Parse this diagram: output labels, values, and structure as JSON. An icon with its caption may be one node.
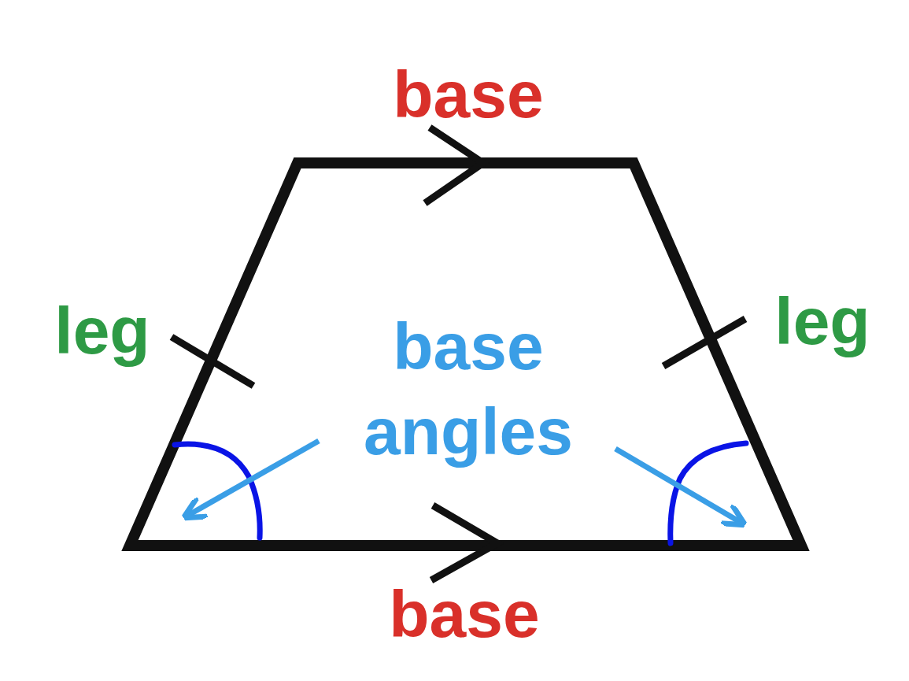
{
  "diagram": {
    "nodes": [
      {
        "text": [
          "base angles"
        ]
      },
      {
        "text": [],
        "shape": "arc"
      },
      {
        "text": [],
        "shape": "arc"
      }
    ],
    "edges": [
      {
        "from": 0,
        "to": 1,
        "arrow": "to"
      },
      {
        "from": 0,
        "to": 2,
        "arrow": "to"
      }
    ],
    "labels": [
      "base",
      "leg",
      "leg",
      "base"
    ]
  }
}
